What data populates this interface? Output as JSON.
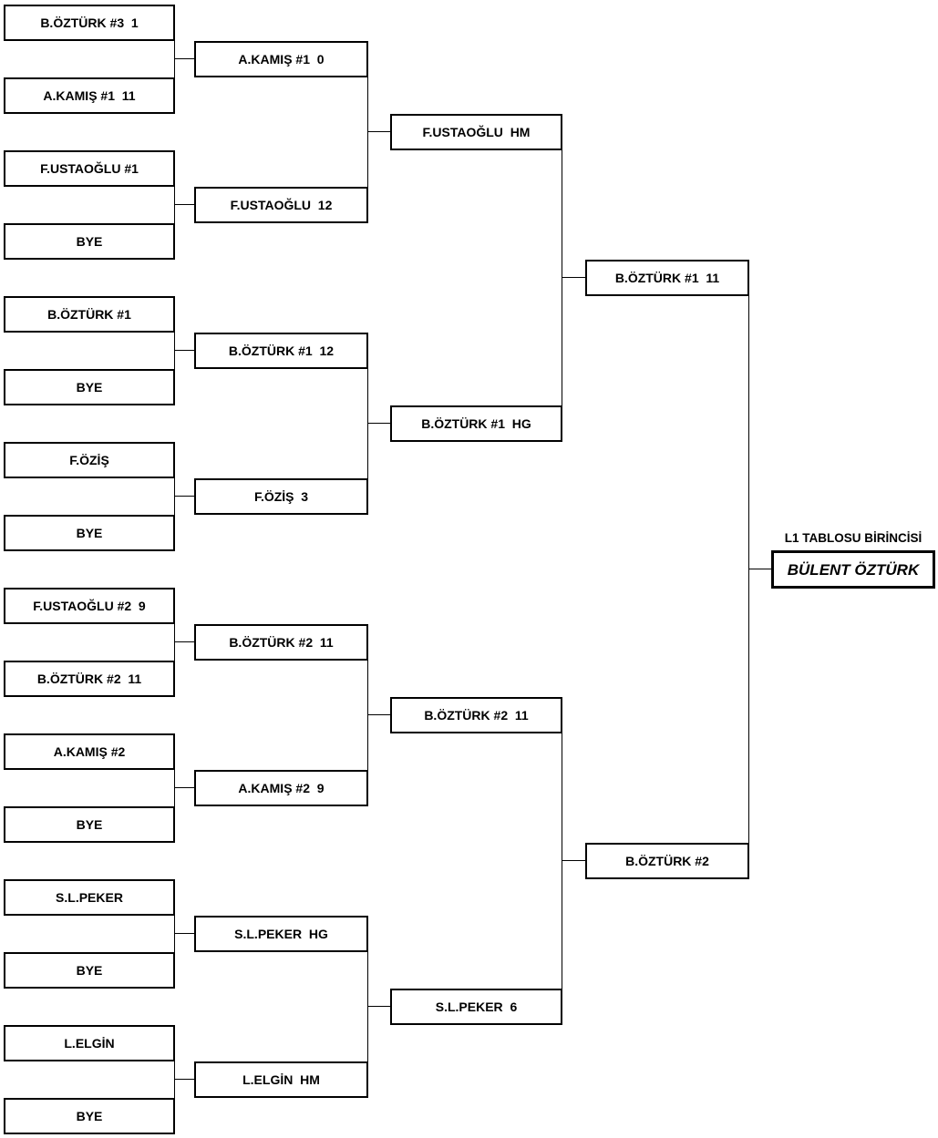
{
  "colors": {
    "line": "#000000",
    "text": "#000000",
    "background": "#ffffff"
  },
  "bracket": {
    "round1": [
      "B.ÖZTÜRK #3  1",
      "A.KAMIŞ #1  11",
      "F.USTAOĞLU #1",
      "BYE",
      "B.ÖZTÜRK #1",
      "BYE",
      "F.ÖZİŞ",
      "BYE",
      "F.USTAOĞLU #2  9",
      "B.ÖZTÜRK #2  11",
      "A.KAMIŞ #2",
      "BYE",
      "S.L.PEKER",
      "BYE",
      "L.ELGİN",
      "BYE"
    ],
    "round2": [
      "A.KAMIŞ #1  0",
      "F.USTAOĞLU  12",
      "B.ÖZTÜRK #1  12",
      "F.ÖZİŞ  3",
      "B.ÖZTÜRK #2  11",
      "A.KAMIŞ #2  9",
      "S.L.PEKER  HG",
      "L.ELGİN  HM"
    ],
    "round3": [
      "F.USTAOĞLU  HM",
      "B.ÖZTÜRK #1  HG",
      "B.ÖZTÜRK #2  11",
      "S.L.PEKER  6"
    ],
    "round4": [
      "B.ÖZTÜRK #1  11",
      "B.ÖZTÜRK #2"
    ],
    "champion": {
      "caption": "L1 TABLOSU BİRİNCİSİ",
      "name": "BÜLENT ÖZTÜRK"
    }
  }
}
